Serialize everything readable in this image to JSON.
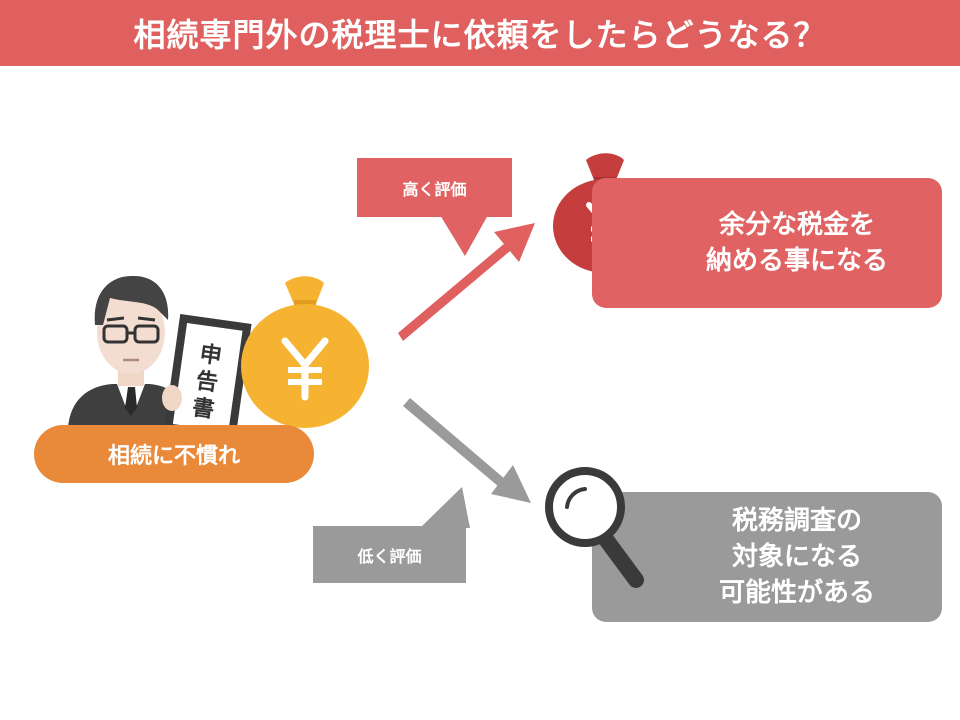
{
  "title": "相続専門外の税理士に依頼をしたらどうなる？",
  "person_label": "相続に不慣れ",
  "document_label": [
    "申",
    "告",
    "書"
  ],
  "high_eval": {
    "label": "高く評価",
    "result_lines": [
      "余分な税金を",
      "納める事になる"
    ]
  },
  "low_eval": {
    "label": "低く評価",
    "result_lines": [
      "税務調査の",
      "対象になる",
      "可能性がある"
    ]
  },
  "currency_symbol": "¥",
  "colors": {
    "red": "#e06060",
    "dark_red": "#c53d3d",
    "gray": "#9a9a9a",
    "orange": "#e88a3a",
    "yellow": "#f5b331"
  },
  "icons": {
    "person": "businessman-icon",
    "document": "tax-return-document-icon",
    "money_bag_yellow": "yen-money-bag-icon",
    "money_bag_red": "yen-money-bag-icon",
    "magnifier": "magnifying-glass-icon"
  }
}
